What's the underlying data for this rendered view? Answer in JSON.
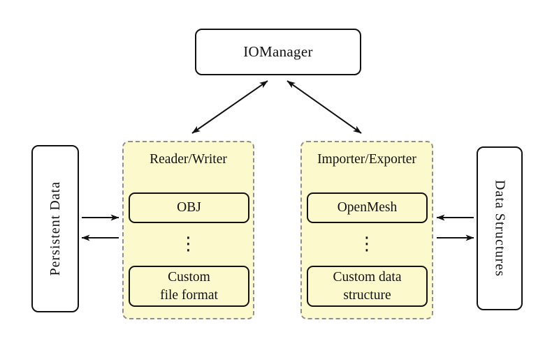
{
  "nodes": {
    "iomanager": {
      "label": "IOManager"
    },
    "persistent_data": {
      "label": "Persistent Data"
    },
    "data_structures": {
      "label": "Data Structures"
    },
    "reader_writer": {
      "label": "Reader/Writer",
      "items": [
        {
          "lines": [
            "OBJ"
          ]
        },
        {
          "glyph": "⋮"
        },
        {
          "lines": [
            "Custom",
            "file format"
          ]
        }
      ]
    },
    "importer_exporter": {
      "label": "Importer/Exporter",
      "items": [
        {
          "lines": [
            "OpenMesh"
          ]
        },
        {
          "glyph": "⋮"
        },
        {
          "lines": [
            "Custom data",
            "structure"
          ]
        }
      ]
    }
  },
  "edges": [
    {
      "from": "IOManager",
      "to": "Reader/Writer",
      "type": "bidirectional"
    },
    {
      "from": "IOManager",
      "to": "Importer/Exporter",
      "type": "bidirectional"
    },
    {
      "from": "Persistent Data",
      "to": "Reader/Writer",
      "type": "one-way"
    },
    {
      "from": "Reader/Writer",
      "to": "Persistent Data",
      "type": "one-way"
    },
    {
      "from": "Data Structures",
      "to": "Importer/Exporter",
      "type": "one-way"
    },
    {
      "from": "Importer/Exporter",
      "to": "Data Structures",
      "type": "one-way"
    }
  ],
  "colors": {
    "panel_fill": "#FCFACD",
    "panel_border": "#8F8F8F",
    "node_border": "#111111",
    "arrow": "#111111",
    "background": "#FFFFFF"
  }
}
